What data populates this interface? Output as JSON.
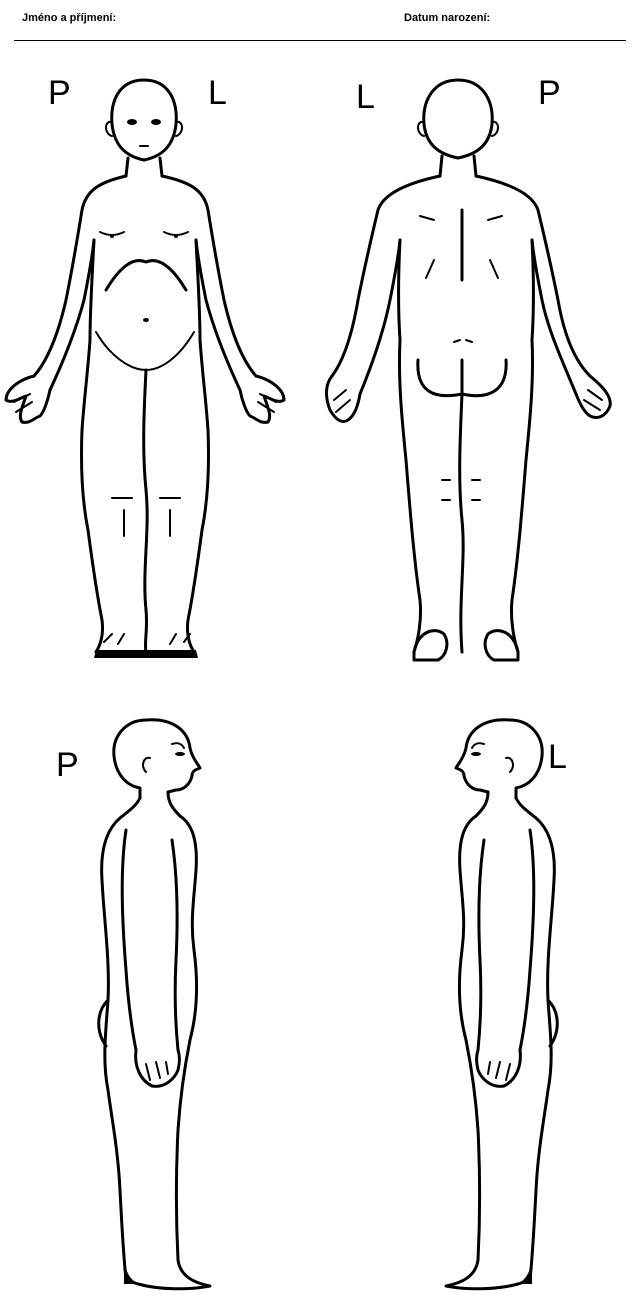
{
  "header": {
    "name_label": "Jméno a příjmení:",
    "birthdate_label": "Datum narození:"
  },
  "diagrams": {
    "front": {
      "left_side": "P",
      "right_side": "L"
    },
    "back": {
      "left_side": "L",
      "right_side": "P"
    },
    "profile_right": {
      "side": "P"
    },
    "profile_left": {
      "side": "L"
    }
  }
}
